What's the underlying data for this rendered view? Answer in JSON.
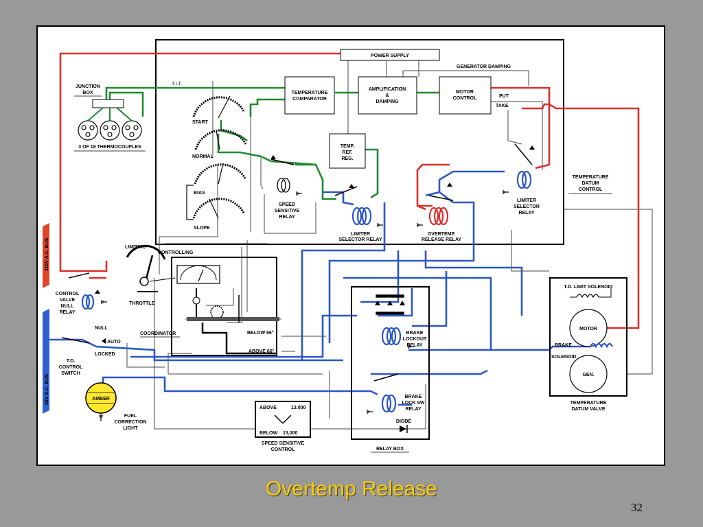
{
  "slide": {
    "title": "Overtemp Release",
    "page_number": "32"
  },
  "diagram": {
    "power_supply": "POWER SUPPLY",
    "generator_damping": "GENERATOR DAMPING",
    "tit": "T.I.T.",
    "junction_box": [
      "JUNCTION",
      "BOX"
    ],
    "thermocouples": "3 OF 18 THERMOCOUPLES",
    "temperature_comparator": [
      "TEMPERATURE",
      "COMPARATOR"
    ],
    "amplification": [
      "AMPLIFICATION",
      "&",
      "DAMPING"
    ],
    "motor_control": [
      "MOTOR",
      "CONTROL"
    ],
    "put": "PUT",
    "take": "TAKE",
    "temp_ref_reg": [
      "TEMP.",
      "REF.",
      "REG."
    ],
    "start": "START",
    "normal": "NORMAL",
    "bias": "BIAS",
    "slope": "SLOPE",
    "speed_sensitive_relay": [
      "SPEED",
      "SENSITIVE",
      "RELAY"
    ],
    "limiter_selector_relay_left": [
      "LIMITER",
      "SELECTOR RELAY"
    ],
    "overtemp_release_relay": [
      "OVERTEMP.",
      "RELEASE RELAY"
    ],
    "limiter_selector_relay_right": [
      "LIMITER",
      "SELECTOR",
      "RELAY"
    ],
    "temperature_datum_control": [
      "TEMPERATURE",
      "DATUM",
      "CONTROL"
    ],
    "limiting": "LIMITING",
    "controlling": "CONTROLLING",
    "throttle": "THROTTLE",
    "coordinator": "COORDINATOR",
    "below_66": "BELOW 66°",
    "above_66": "ABOVE 66°",
    "ac_bus": "115V A.C. BUS",
    "dc_bus": "28V D.C. BUS",
    "control_valve_null_relay": [
      "CONTROL",
      "VALVE",
      "NULL",
      "RELAY"
    ],
    "null": "NULL",
    "auto": "AUTO",
    "locked": "LOCKED",
    "td_control_switch": [
      "T.D.",
      "CONTROL",
      "SWITCH"
    ],
    "amber": "AMBER",
    "fuel_correction_light": [
      "FUEL",
      "CORRECTION",
      "LIGHT"
    ],
    "above": "ABOVE",
    "below": "BELOW",
    "above_13000": "13.000",
    "below_13000": "13,000",
    "speed_sensitive_control": [
      "SPEED SENSITIVE",
      "CONTROL"
    ],
    "brake_lockout_relay": [
      "BRAKE",
      "LOCKOUT",
      "RELAY"
    ],
    "brake_lock_sw_relay": [
      "BRAKE",
      "LOCK SW",
      "RELAY"
    ],
    "diode": "DIODE",
    "relay_box": "RELAY BOX",
    "td_limit_solenoid": "T.D. LIMIT SOLENOID",
    "motor": "MOTOR",
    "brake_solenoid": [
      "BRAKE",
      "SOLENOID"
    ],
    "gen": "GEN.",
    "temperature_datum_valve": [
      "TEMPERATURE",
      "DATUM VALVE"
    ]
  },
  "colors": {
    "background": "#999999",
    "ac_wire": "#d9302b",
    "dc_wire": "#2a56c6",
    "green_wire": "#1d8a2e",
    "bus_red": "#e0452a",
    "bus_blue": "#2f5fd0",
    "amber": "#ffe92e",
    "title": "#ffcc00"
  }
}
